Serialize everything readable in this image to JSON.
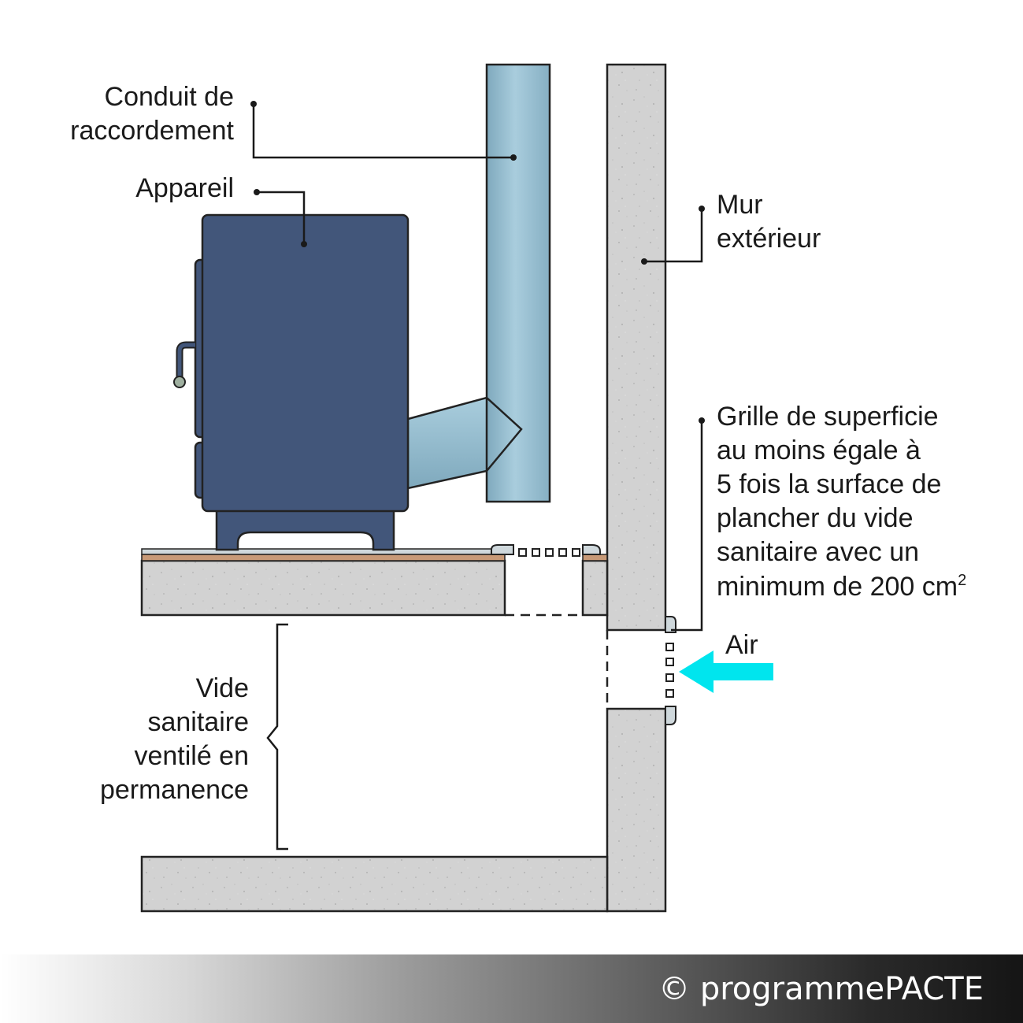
{
  "labels": {
    "conduit_line1": "Conduit de",
    "conduit_line2": "raccordement",
    "appareil": "Appareil",
    "mur_line1": "Mur",
    "mur_line2": "extérieur",
    "grille_line1": "Grille de  superficie",
    "grille_line2": "au moins égale à",
    "grille_line3": "5 fois la surface de",
    "grille_line4": "plancher du vide",
    "grille_line5": "sanitaire avec un",
    "grille_line6": "minimum de 200 cm",
    "grille_sup": "2",
    "air": "Air",
    "vide_line1": "Vide",
    "vide_line2": "sanitaire",
    "vide_line3": "ventilé en",
    "vide_line4": "permanence"
  },
  "footer": {
    "copyright": "© programmePACTE"
  },
  "colors": {
    "concrete": "#d2d2d2",
    "appliance": "#42567a",
    "pipe": "#9cc4d6",
    "air_arrow": "#00e5ee",
    "floor_board": "#c89a78"
  }
}
